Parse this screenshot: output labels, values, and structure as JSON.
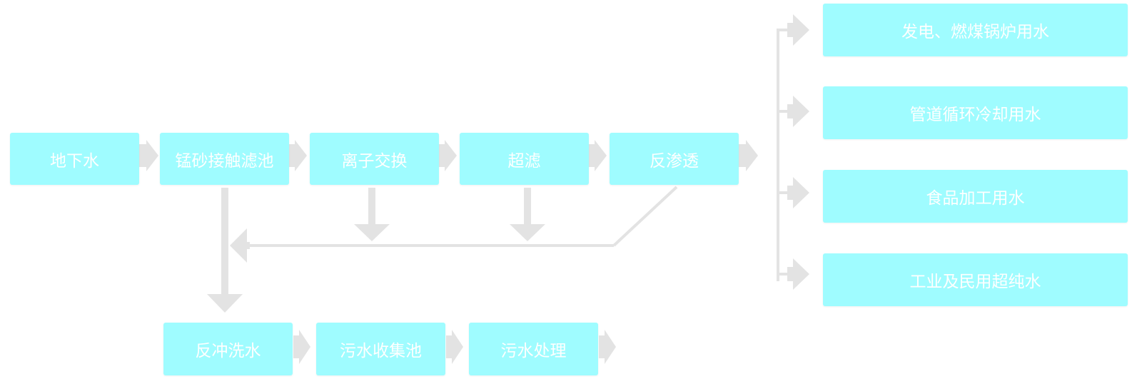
{
  "colors": {
    "box_fill": "#9ffcff",
    "box_text": "#ffffff",
    "connector": "#e3e3e3"
  },
  "process": {
    "groundwater": "地下水",
    "manganese_sand_filter": "锰砂接触滤池",
    "ion_exchange": "离子交换",
    "ultrafiltration": "超滤",
    "reverse_osmosis": "反渗透"
  },
  "waste": {
    "backwash_water": "反冲洗水",
    "sewage_collection_tank": "污水收集池",
    "sewage_treatment": "污水处理"
  },
  "outputs": {
    "boiler_water": "发电、燃煤锅炉用水",
    "pipe_cooling_water": "管道循环冷却用水",
    "food_processing_water": "食品加工用水",
    "ultrapure_water": "工业及民用超纯水"
  }
}
